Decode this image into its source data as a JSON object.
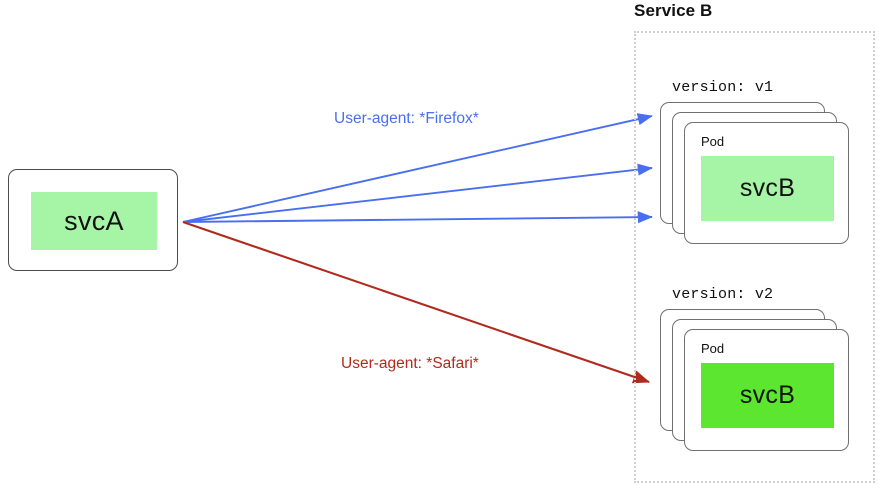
{
  "diagram": {
    "source": {
      "name": "svcA",
      "label": "svcA"
    },
    "service_group": {
      "title": "Service B",
      "border_color": "#cfcfcf"
    },
    "versions": [
      {
        "version_label": "version: v1",
        "pod_label": "Pod",
        "pod_text": "svcB",
        "fill_color": "#a6f5a6",
        "replica_count": 3
      },
      {
        "version_label": "version: v2",
        "pod_label": "Pod",
        "pod_text": "svcB",
        "fill_color": "#5ce62f",
        "replica_count": 3
      }
    ],
    "edges": [
      {
        "label": "User-agent: *Firefox*",
        "color": "#4a6ef0",
        "target": "v1",
        "arrow_count": 3
      },
      {
        "label": "User-agent: *Safari*",
        "color": "#b02a1e",
        "target": "v2",
        "arrow_count": 1
      }
    ]
  }
}
